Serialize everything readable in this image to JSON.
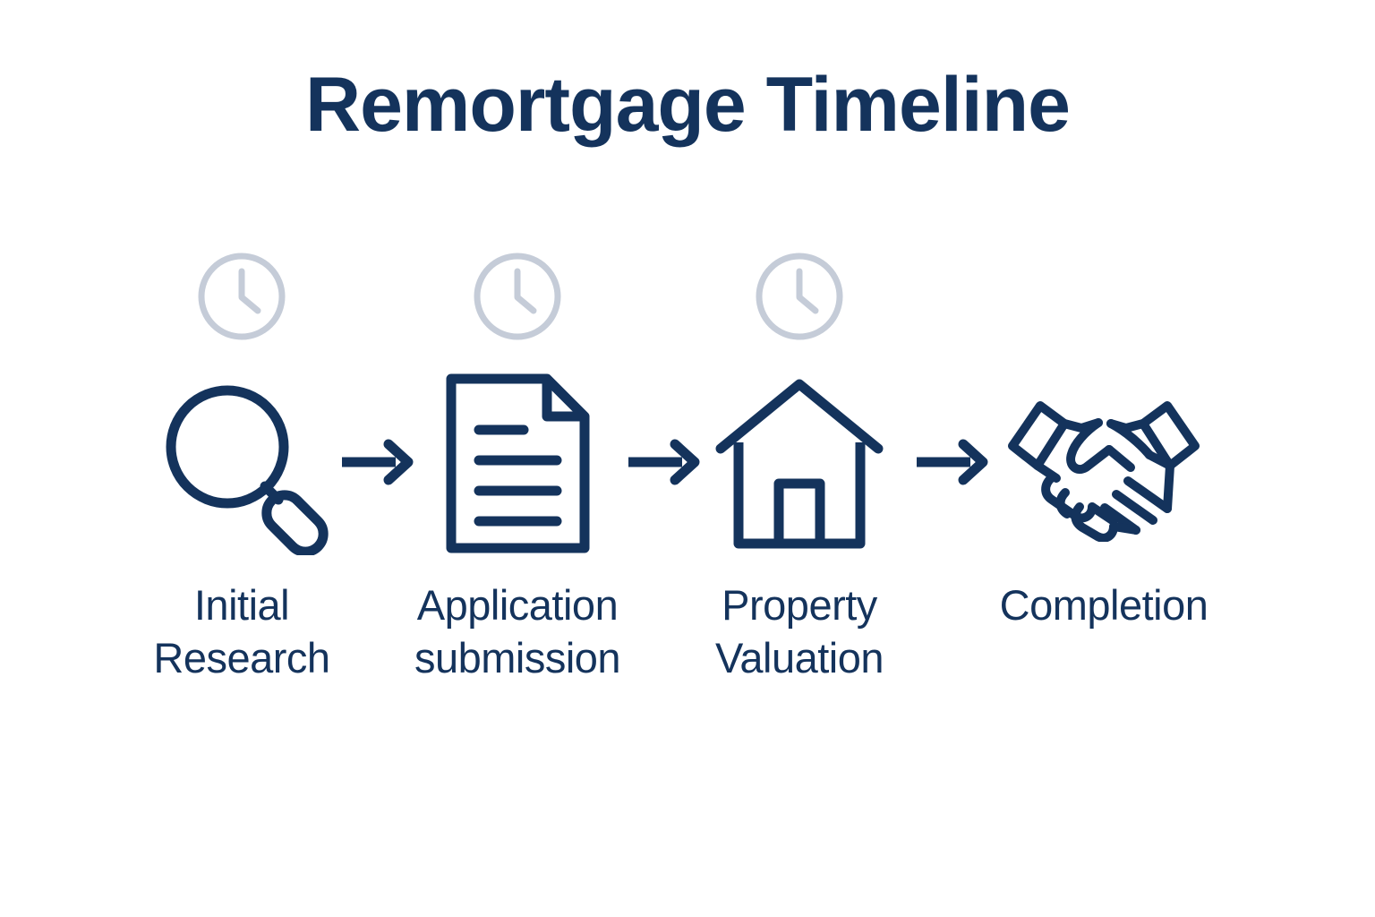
{
  "page": {
    "background_color": "#ffffff",
    "accent_color": "#14335c",
    "muted_color": "#c5ccd8"
  },
  "title": "Remortgage Timeline",
  "timeline": {
    "steps": [
      {
        "icon": "magnifying-glass-icon",
        "label": "Initial\nResearch",
        "icon_name": "magnifier"
      },
      {
        "icon": "document-icon",
        "label": "Application\nsubmission",
        "icon_name": "document"
      },
      {
        "icon": "house-icon",
        "label": "Property\nValuation",
        "icon_name": "house"
      },
      {
        "icon": "handshake-icon",
        "label": "Completion",
        "icon_name": "handshake"
      }
    ],
    "arrows": [
      {
        "name": "arrow-step-1-to-2",
        "glyph": "right-arrow-icon"
      },
      {
        "name": "arrow-step-2-to-3",
        "glyph": "right-arrow-icon"
      },
      {
        "name": "arrow-step-3-to-4",
        "glyph": "right-arrow-icon"
      }
    ],
    "clocks": [
      {
        "name": "clock-icon-1",
        "color": "#c5ccd8"
      },
      {
        "name": "clock-icon-2",
        "color": "#c5ccd8"
      },
      {
        "name": "clock-icon-3",
        "color": "#c5ccd8"
      }
    ]
  }
}
